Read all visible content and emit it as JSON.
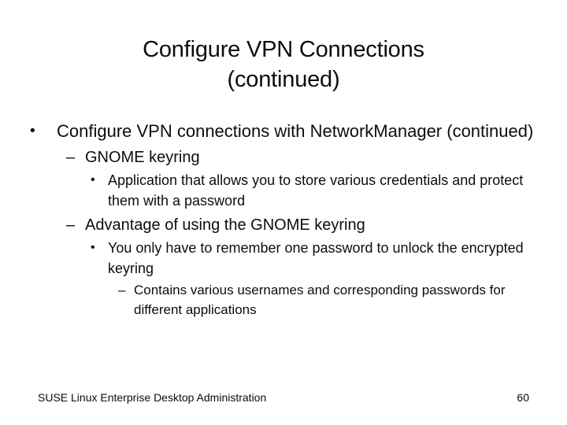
{
  "slide": {
    "title_line1": "Configure VPN Connections",
    "title_line2": "(continued)",
    "bullets": [
      {
        "level": 1,
        "marker": "•",
        "text": "Configure VPN connections with NetworkManager (continued)"
      },
      {
        "level": 2,
        "marker": "–",
        "text": "GNOME keyring"
      },
      {
        "level": 3,
        "marker": "•",
        "text": "Application that allows you to store various credentials and protect them with a password"
      },
      {
        "level": 2,
        "marker": "–",
        "text": "Advantage of using the GNOME keyring"
      },
      {
        "level": 3,
        "marker": "•",
        "text": "You only have to remember one password to unlock the encrypted keyring"
      },
      {
        "level": 4,
        "marker": "–",
        "text": "Contains various usernames and corresponding passwords for different applications"
      }
    ],
    "footer": {
      "course_title": "SUSE Linux Enterprise Desktop Administration",
      "page_number": "60"
    },
    "colors": {
      "background": "#ffffff",
      "text": "#0d0d0d"
    }
  }
}
